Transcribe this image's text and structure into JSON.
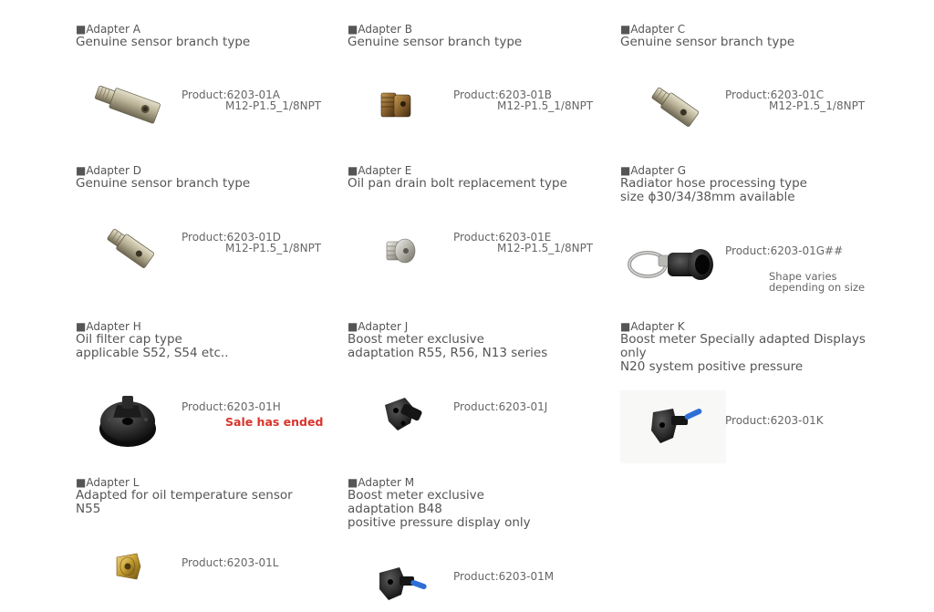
{
  "colors": {
    "text": "#555555",
    "sale": "#d9342b"
  },
  "adapters": {
    "a": {
      "name": "■Adapter A",
      "desc": [
        "Genuine sensor branch type"
      ],
      "product": "Product:6203-01A",
      "spec": "M12-P1.5_1/8NPT",
      "icon": "sensor-branch-adapter-icon"
    },
    "b": {
      "name": "■Adapter B",
      "desc": [
        "Genuine sensor branch type"
      ],
      "product": "Product:6203-01B",
      "spec": "M12-P1.5_1/8NPT",
      "icon": "short-branch-adapter-icon"
    },
    "c": {
      "name": "■Adapter C",
      "desc": [
        "Genuine sensor branch type"
      ],
      "product": "Product:6203-01C",
      "spec": "M12-P1.5_1/8NPT",
      "icon": "branch-adapter-icon"
    },
    "d": {
      "name": "■Adapter D",
      "desc": [
        "Genuine sensor branch type"
      ],
      "product": "Product:6203-01D",
      "spec": "M12-P1.5_1/8NPT",
      "icon": "branch-adapter-icon"
    },
    "e": {
      "name": "■Adapter E",
      "desc": [
        "Oil pan drain bolt replacement type"
      ],
      "product": "Product:6203-01E",
      "spec": "M12-P1.5_1/8NPT",
      "icon": "drain-bolt-icon"
    },
    "g": {
      "name": "■Adapter G",
      "desc": [
        "Radiator hose processing type",
        "size ϕ30/34/38mm available"
      ],
      "product": "Product:6203-01G##",
      "note": [
        "Shape varies",
        "depending on size"
      ],
      "icon": "hose-adapter-icon"
    },
    "h": {
      "name": "■Adapter H",
      "desc": [
        "Oil filter cap type",
        "applicable S52, S54 etc.."
      ],
      "product": "Product:6203-01H",
      "sale": "Sale has ended",
      "icon": "oil-filter-cap-icon"
    },
    "j": {
      "name": "■Adapter J",
      "desc": [
        "Boost meter exclusive",
        "adaptation R55, R56, N13 series"
      ],
      "product": "Product:6203-01J",
      "icon": "boost-adapter-icon"
    },
    "k": {
      "name": "■Adapter K",
      "desc": [
        "Boost meter Specially adapted Displays",
        "only",
        "N20 system positive pressure"
      ],
      "product": "Product:6203-01K",
      "icon": "boost-valve-adapter-icon"
    },
    "l": {
      "name": "■Adapter L",
      "desc": [
        "Adapted for oil temperature sensor",
        "N55"
      ],
      "product": "Product:6203-01L",
      "icon": "brass-fitting-icon"
    },
    "m": {
      "name": "■Adapter M",
      "desc": [
        "Boost meter exclusive",
        "adaptation B48",
        "positive pressure display only"
      ],
      "product": "Product:6203-01M",
      "icon": "boost-valve-adapter-icon"
    }
  }
}
